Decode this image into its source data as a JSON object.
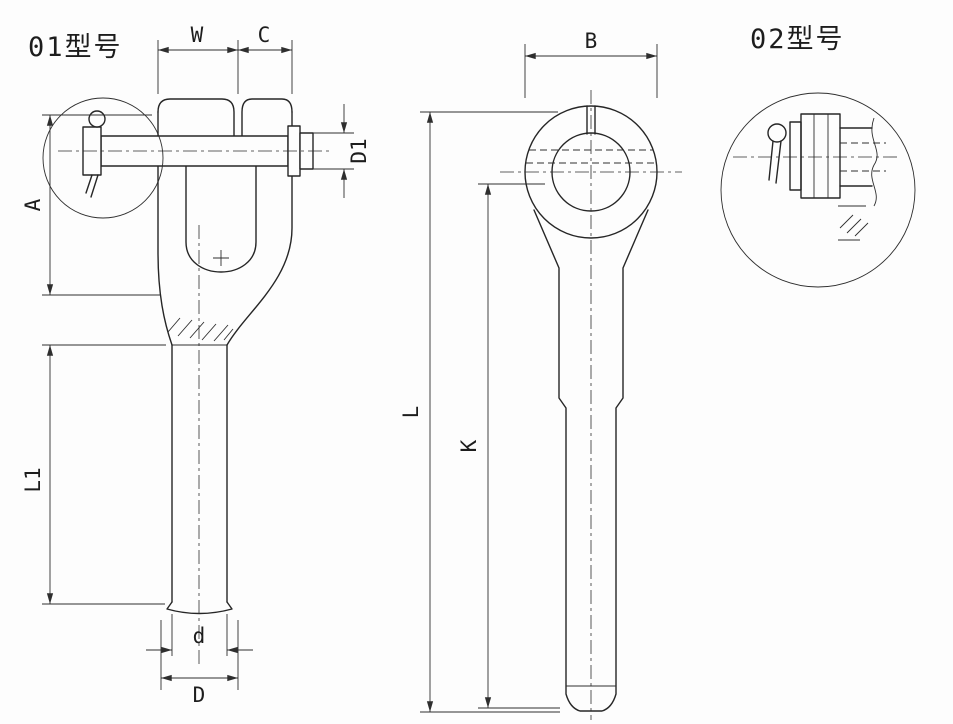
{
  "drawing": {
    "model_labels": {
      "left": "01型号",
      "right": "02型号"
    },
    "dimensions": {
      "W": "W",
      "C": "C",
      "D1": "D1",
      "A": "A",
      "L1": "L1",
      "d": "d",
      "D": "D",
      "B": "B",
      "L": "L",
      "K": "K"
    },
    "colors": {
      "line": "#262626",
      "background": "#fdfdfd"
    }
  }
}
